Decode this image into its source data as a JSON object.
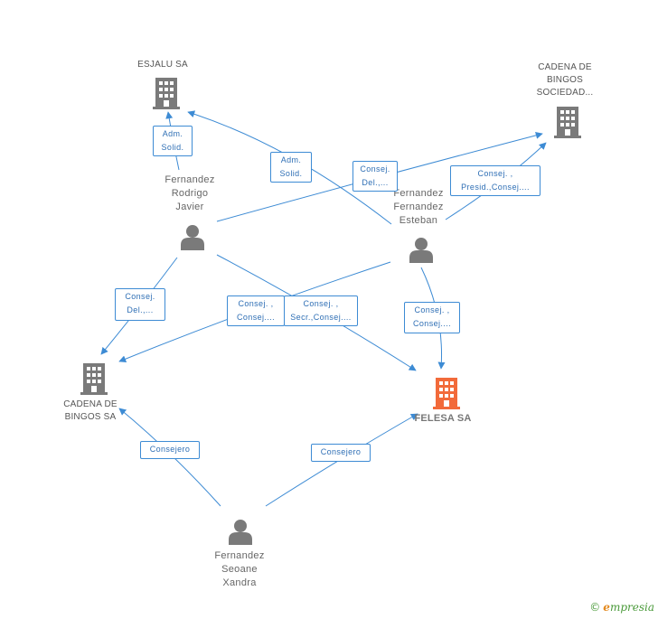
{
  "colors": {
    "edge": "#3d8bd4",
    "node": "#7a7a7a",
    "focus": "#f26a3a",
    "brand": "#4a9a3a"
  },
  "nodes": {
    "esjalu": {
      "type": "company",
      "label_lines": [
        "ESJALU SA"
      ],
      "icon": "building-icon"
    },
    "cadena_sociedad": {
      "type": "company",
      "label_lines": [
        "CADENA DE",
        "BINGOS",
        "SOCIEDAD..."
      ],
      "icon": "building-icon"
    },
    "fernandez_rodrigo": {
      "type": "person",
      "label_lines": [
        "Fernandez",
        "Rodrigo",
        "Javier"
      ],
      "icon": "person-icon"
    },
    "fernandez_esteban": {
      "type": "person",
      "label_lines": [
        "Fernandez",
        "Fernandez",
        "Esteban"
      ],
      "icon": "person-icon"
    },
    "cadena_bingos_sa": {
      "type": "company",
      "label_lines": [
        "CADENA DE",
        "BINGOS SA"
      ],
      "icon": "building-icon"
    },
    "felesa": {
      "type": "company-focus",
      "label_lines": [
        "FELESA SA"
      ],
      "icon": "building-icon"
    },
    "fernandez_seoane": {
      "type": "person",
      "label_lines": [
        "Fernandez",
        "Seoane",
        "Xandra"
      ],
      "icon": "person-icon"
    }
  },
  "edges": [
    {
      "from": "fernandez_rodrigo",
      "to": "esjalu",
      "label_lines": [
        "Adm.",
        "Solid."
      ]
    },
    {
      "from": "fernandez_esteban",
      "to": "esjalu",
      "label_lines": [
        "Adm.",
        "Solid."
      ]
    },
    {
      "from": "fernandez_rodrigo",
      "to": "cadena_sociedad",
      "label_lines": [
        "Consej.",
        "Del.,..."
      ]
    },
    {
      "from": "fernandez_esteban",
      "to": "cadena_sociedad",
      "label_lines": [
        "Consej. ,",
        "Presid.,Consej...."
      ]
    },
    {
      "from": "fernandez_rodrigo",
      "to": "cadena_bingos_sa",
      "label_lines": [
        "Consej.",
        "Del.,..."
      ]
    },
    {
      "from": "fernandez_esteban",
      "to": "cadena_bingos_sa",
      "label_lines": [
        "Consej. ,",
        "Consej...."
      ]
    },
    {
      "from": "fernandez_rodrigo",
      "to": "felesa",
      "label_lines": [
        "Consej. ,",
        "Secr.,Consej...."
      ]
    },
    {
      "from": "fernandez_esteban",
      "to": "felesa",
      "label_lines": [
        "Consej. ,",
        "Consej...."
      ]
    },
    {
      "from": "fernandez_seoane",
      "to": "cadena_bingos_sa",
      "label_lines": [
        "Consejero"
      ]
    },
    {
      "from": "fernandez_seoane",
      "to": "felesa",
      "label_lines": [
        "Consejero"
      ]
    }
  ],
  "brand": {
    "copyright": "©",
    "initial": "e",
    "name": "mpresia"
  }
}
